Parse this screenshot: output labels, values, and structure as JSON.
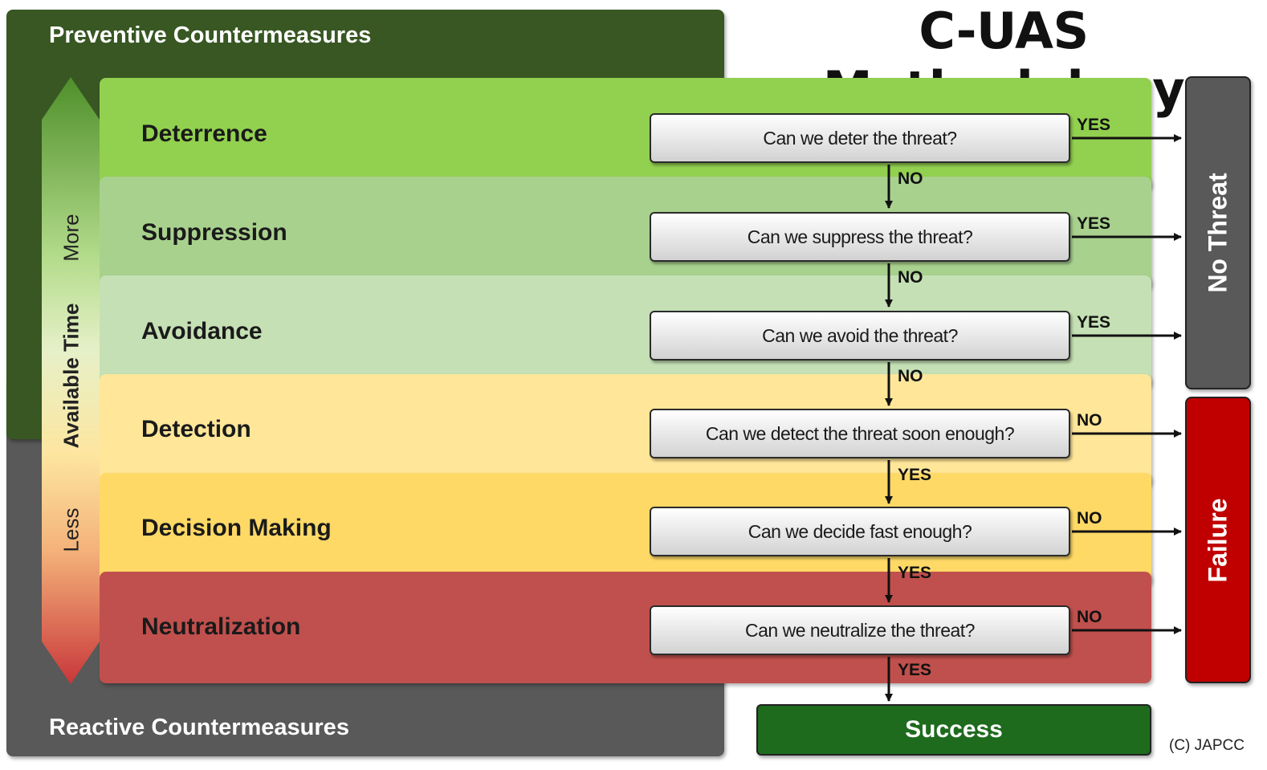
{
  "title": "C-UAS Methodology",
  "panels": {
    "preventive": "Preventive Countermeasures",
    "reactive": "Reactive Countermeasures"
  },
  "time_axis": {
    "label": "Available Time",
    "top": "More",
    "bottom": "Less"
  },
  "stages": [
    {
      "label": "Deterrence",
      "question": "Can we deter the threat?",
      "right_label": "YES",
      "down_label": "NO",
      "color": "#92d050"
    },
    {
      "label": "Suppression",
      "question": "Can we suppress the threat?",
      "right_label": "YES",
      "down_label": "NO",
      "color": "#a9d18e"
    },
    {
      "label": "Avoidance",
      "question": "Can we avoid the threat?",
      "right_label": "YES",
      "down_label": "NO",
      "color": "#c5e0b4"
    },
    {
      "label": "Detection",
      "question": "Can we detect the threat soon enough?",
      "right_label": "NO",
      "down_label": "YES",
      "color": "#ffe699"
    },
    {
      "label": "Decision Making",
      "question": "Can we decide fast enough?",
      "right_label": "NO",
      "down_label": "YES",
      "color": "#ffd966"
    },
    {
      "label": "Neutralization",
      "question": "Can we neutralize the threat?",
      "right_label": "NO",
      "down_label": "YES",
      "color": "#c0504d"
    }
  ],
  "outcomes": {
    "no_threat": "No Threat",
    "failure": "Failure",
    "success": "Success"
  },
  "colors": {
    "preventive_panel": "#385723",
    "reactive_panel": "#595959",
    "no_threat": "#595959",
    "failure": "#c00000",
    "success": "#1e6b1e"
  },
  "copyright": "(C) JAPCC"
}
